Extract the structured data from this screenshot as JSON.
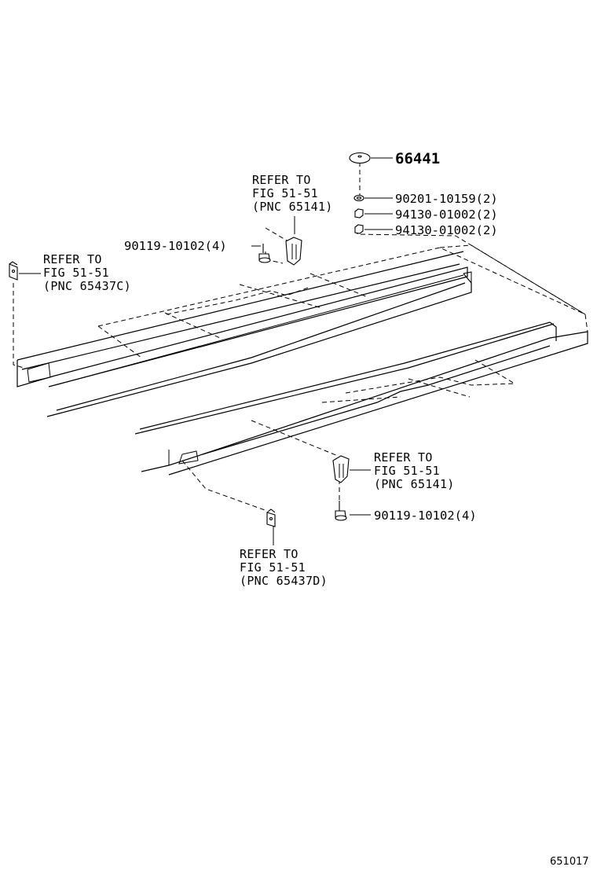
{
  "callouts": {
    "top_clip": {
      "line1": "REFER TO",
      "line2": "FIG 51-51",
      "line3": "(PNC 65141)"
    },
    "left_bracket": {
      "line1": "REFER TO",
      "line2": "FIG 51-51",
      "line3": "(PNC 65437C)"
    },
    "right_clip": {
      "line1": "REFER TO",
      "line2": "FIG 51-51",
      "line3": "(PNC 65141)"
    },
    "bottom_bracket": {
      "line1": "REFER TO",
      "line2": "FIG 51-51",
      "line3": "(PNC 65437D)"
    }
  },
  "part_numbers": {
    "pad": "66441",
    "washer": "90201-10159(2)",
    "nut_1": "94130-01002(2)",
    "nut_2": "94130-01002(2)",
    "screw_upper": "90119-10102(4)",
    "screw_lower": "90119-10102(4)"
  },
  "figure_id": "651017",
  "icons": [
    "pad-icon",
    "washer-icon",
    "nut-icon",
    "screw-icon",
    "clip-icon",
    "bracket-icon"
  ]
}
